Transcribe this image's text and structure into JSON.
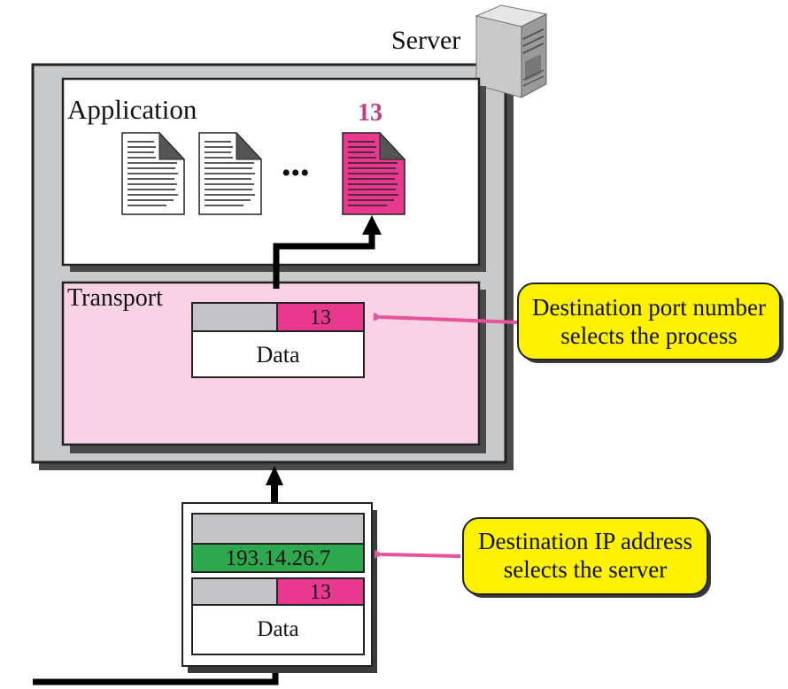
{
  "server": {
    "label": "Server",
    "icon": "server-tower-icon"
  },
  "application": {
    "label": "Application",
    "ellipsis": "•••",
    "process_port": "13",
    "documents": [
      "document-icon",
      "document-icon",
      "document-icon"
    ]
  },
  "transport": {
    "label": "Transport",
    "segment": {
      "port": "13",
      "data": "Data"
    }
  },
  "packet": {
    "ip_address": "193.14.26.7",
    "port": "13",
    "data": "Data"
  },
  "callouts": {
    "port_line1": "Destination port number",
    "port_line2": "selects the process",
    "ip_line1": "Destination IP address",
    "ip_line2": "selects the server"
  },
  "colors": {
    "server_box": "#c8c9cb",
    "transport_fill": "#f9d3e5",
    "port_field": "#e8398f",
    "ip_field": "#2ea84f",
    "header_gray": "#c4c4c6",
    "callout_fill": "#fff200",
    "arrow_pink": "#e8529a"
  }
}
